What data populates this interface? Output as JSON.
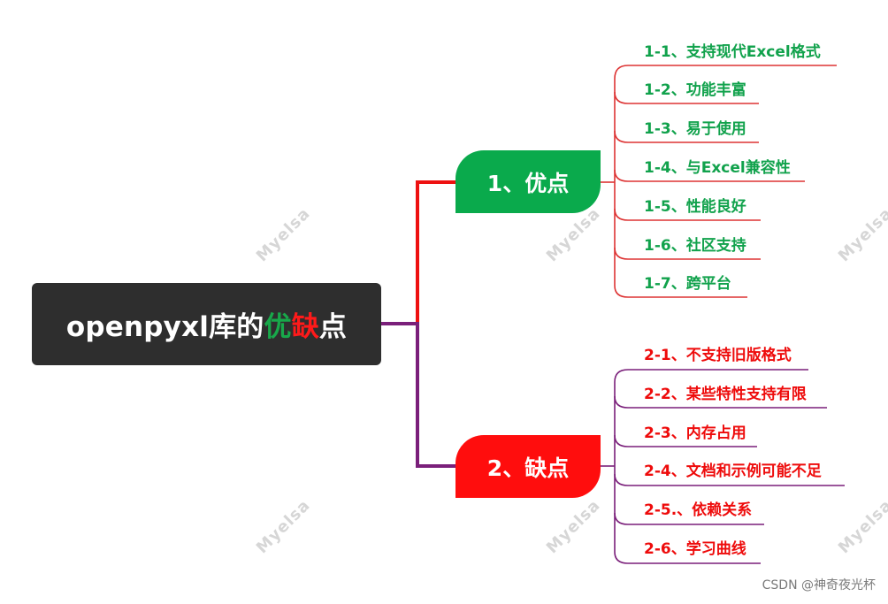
{
  "root": {
    "text": "openpyxl库的",
    "hl1": "优",
    "hl2": "缺",
    "tail": "点"
  },
  "branches": [
    {
      "label": "1、优点",
      "color": "#0aaa4c",
      "items": [
        "1-1、支持现代Excel格式",
        "1-2、功能丰富",
        "1-3、易于使用",
        "1-4、与Excel兼容性",
        "1-5、性能良好",
        "1-6、社区支持",
        "1-7、跨平台"
      ]
    },
    {
      "label": "2、缺点",
      "color": "#ff0d0d",
      "items": [
        "2-1、不支持旧版格式",
        "2-2、某些特性支持有限",
        "2-3、内存占用",
        "2-4、文档和示例可能不足",
        "2-5.、依赖关系",
        "2-6、学习曲线"
      ]
    }
  ],
  "colors": {
    "root_bg": "#2e2e2e",
    "connector_top": "#ee1111",
    "connector_bottom": "#7a1f7a",
    "good": "#11a24c",
    "bad": "#ee0b0b"
  },
  "watermark": "Myelsa",
  "credit": "CSDN @神奇夜光杯"
}
